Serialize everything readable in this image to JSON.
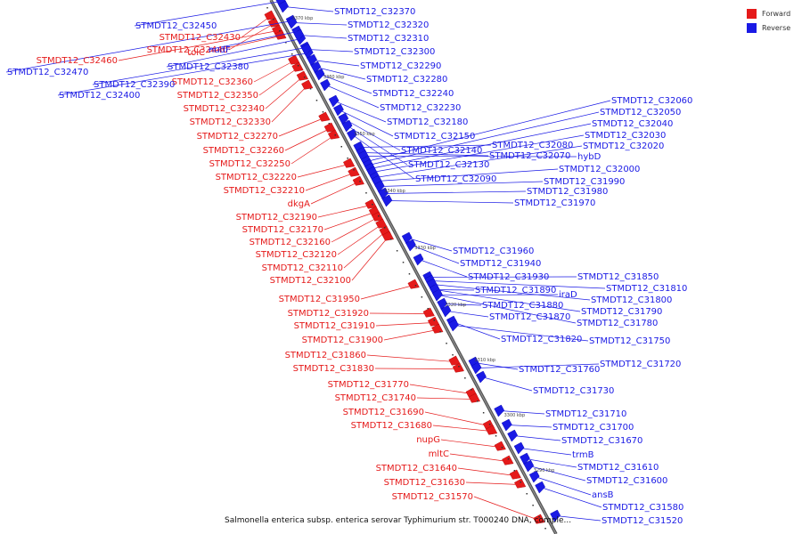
{
  "legend": {
    "forward": {
      "label": "Forward",
      "color": "#e51a1a"
    },
    "reverse": {
      "label": "Reverse",
      "color": "#1a1ae5"
    }
  },
  "caption": "Salmonella enterica subsp. enterica serovar Typhimurium str. T000240 DNA, comple...",
  "ticks": [
    "3370 kbp",
    "3360 kbp",
    "3350 kbp",
    "3340 kbp",
    "3330 kbp",
    "3320 kbp",
    "3310 kbp",
    "3300 kbp",
    "3290 kbp"
  ],
  "forward_labels": [
    "STMDT12_C32430",
    "STMDT12_C32440",
    "STMDT12_C32460",
    "tolC",
    "STMDT12_C32360",
    "STMDT12_C32350",
    "STMDT12_C32340",
    "STMDT12_C32330",
    "STMDT12_C32270",
    "STMDT12_C32260",
    "STMDT12_C32250",
    "STMDT12_C32220",
    "STMDT12_C32210",
    "dkgA",
    "STMDT12_C32190",
    "STMDT12_C32170",
    "STMDT12_C32160",
    "STMDT12_C32120",
    "STMDT12_C32110",
    "STMDT12_C32100",
    "STMDT12_C31950",
    "STMDT12_C31920",
    "STMDT12_C31910",
    "STMDT12_C31900",
    "STMDT12_C31860",
    "STMDT12_C31830",
    "STMDT12_C31770",
    "STMDT12_C31740",
    "STMDT12_C31690",
    "STMDT12_C31680",
    "nupG",
    "mltC",
    "STMDT12_C31640",
    "STMDT12_C31630",
    "STMDT12_C31570"
  ],
  "reverse_labels": [
    "STMDT12_C32450",
    "STMDT12_C32470",
    "nudF",
    "STMDT12_C32380",
    "STMDT12_C32390",
    "STMDT12_C32400",
    "STMDT12_C32370",
    "STMDT12_C32320",
    "STMDT12_C32310",
    "STMDT12_C32300",
    "STMDT12_C32290",
    "STMDT12_C32280",
    "STMDT12_C32240",
    "STMDT12_C32230",
    "STMDT12_C32180",
    "STMDT12_C32150",
    "STMDT12_C32140",
    "STMDT12_C32130",
    "STMDT12_C32090",
    "STMDT12_C32080",
    "STMDT12_C32070",
    "hybD",
    "STMDT12_C32060",
    "STMDT12_C32050",
    "STMDT12_C32040",
    "STMDT12_C32030",
    "STMDT12_C32020",
    "STMDT12_C32000",
    "STMDT12_C31990",
    "STMDT12_C31980",
    "STMDT12_C31970",
    "STMDT12_C31960",
    "STMDT12_C31940",
    "STMDT12_C31930",
    "STMDT12_C31890",
    "iraD",
    "STMDT12_C31880",
    "STMDT12_C31870",
    "STMDT12_C31850",
    "STMDT12_C31810",
    "STMDT12_C31800",
    "STMDT12_C31790",
    "STMDT12_C31780",
    "STMDT12_C31820",
    "STMDT12_C31750",
    "STMDT12_C31760",
    "STMDT12_C31720",
    "STMDT12_C31730",
    "STMDT12_C31710",
    "STMDT12_C31700",
    "STMDT12_C31670",
    "trmB",
    "STMDT12_C31610",
    "STMDT12_C31600",
    "ansB",
    "STMDT12_C31580",
    "STMDT12_C31520"
  ]
}
